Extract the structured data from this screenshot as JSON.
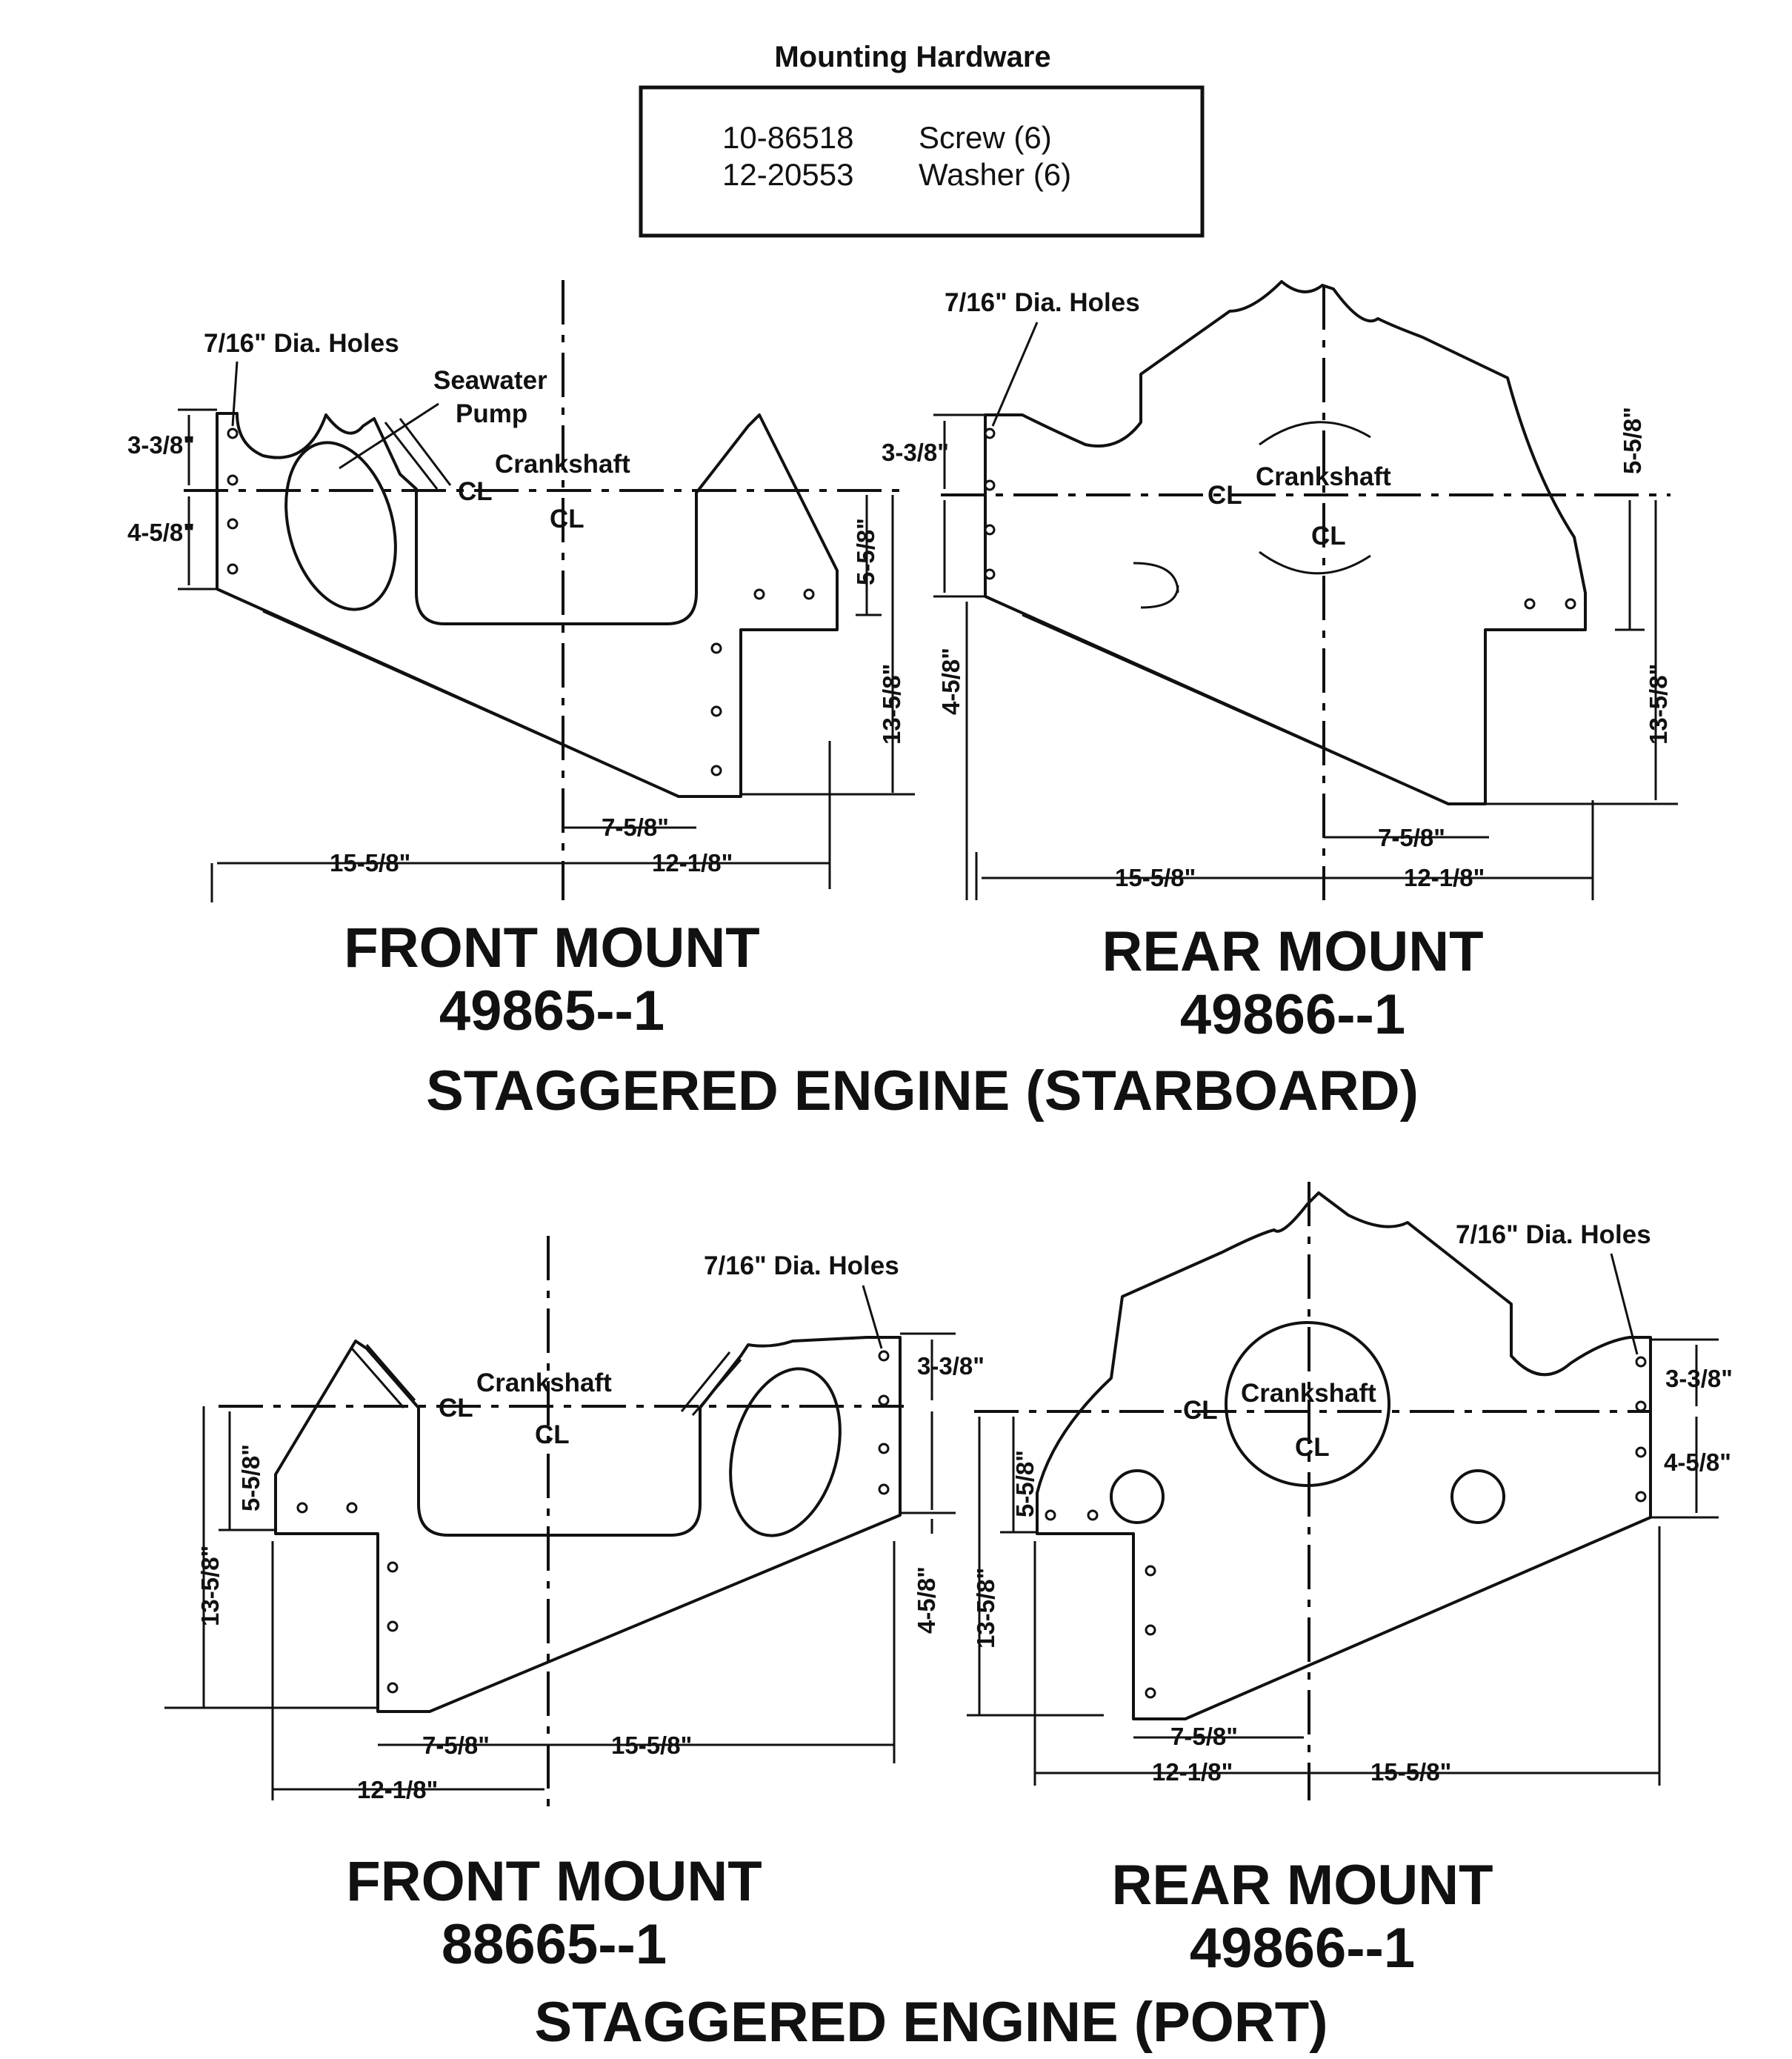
{
  "hardware": {
    "title": "Mounting Hardware",
    "rows": [
      {
        "part": "10-86518",
        "desc": "Screw (6)"
      },
      {
        "part": "12-20553",
        "desc": "Washer (6)"
      }
    ]
  },
  "common": {
    "holes": "7/16\" Dia. Holes",
    "crankshaft": "Crankshaft",
    "centerline": "CL",
    "seawater_1": "Seawater",
    "seawater_2": "Pump"
  },
  "dims": {
    "d338": "3-3/8\"",
    "d458": "4-5/8\"",
    "d558": "5-5/8\"",
    "d1358": "13-5/8\"",
    "d758": "7-5/8\"",
    "d1558": "15-5/8\"",
    "d1218": "12-1/8\""
  },
  "starboard": {
    "front": {
      "title": "FRONT MOUNT",
      "part": "49865--1"
    },
    "rear": {
      "title": "REAR MOUNT",
      "part": "49866--1"
    },
    "caption": "STAGGERED ENGINE (STARBOARD)"
  },
  "port": {
    "front": {
      "title": "FRONT MOUNT",
      "part": "88665--1"
    },
    "rear": {
      "title": "REAR MOUNT",
      "part": "49866--1"
    },
    "caption": "STAGGERED ENGINE (PORT)"
  }
}
